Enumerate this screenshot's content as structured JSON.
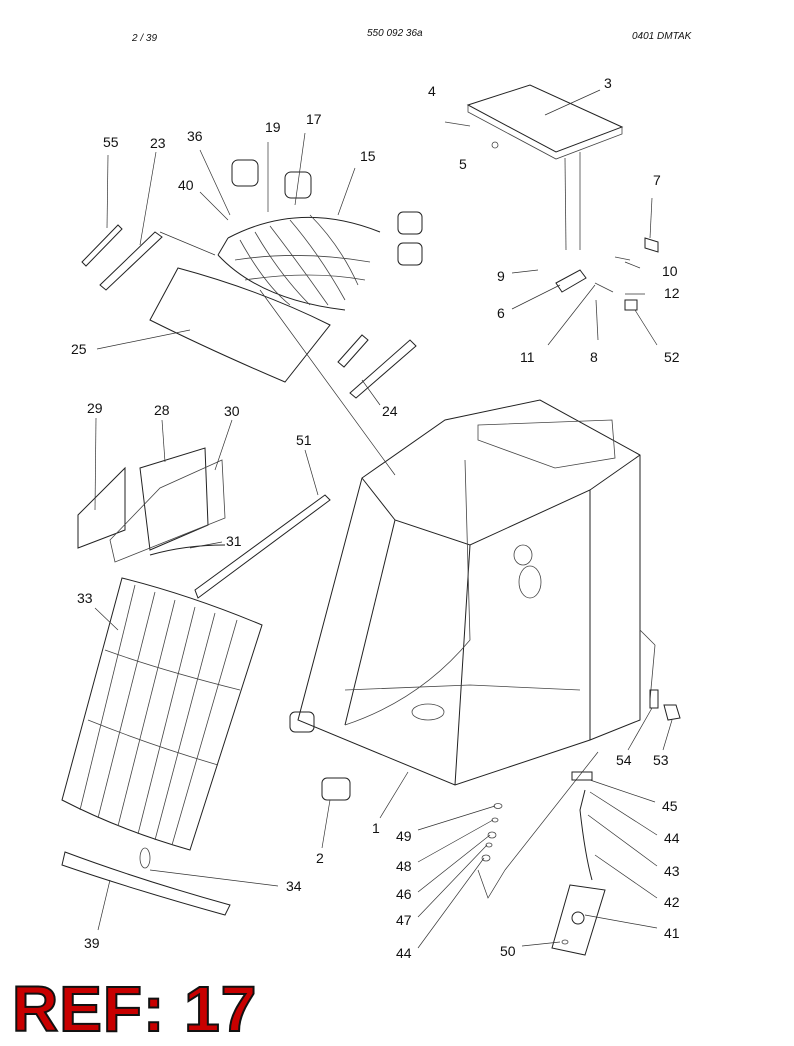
{
  "header": {
    "page": "2 / 39",
    "doc_number": "550 092 36a",
    "code": "0401   DMTAK"
  },
  "ref_label": "REF: 17",
  "callouts": [
    "1",
    "2",
    "3",
    "4",
    "5",
    "6",
    "7",
    "8",
    "9",
    "10",
    "11",
    "12",
    "15",
    "17",
    "19",
    "23",
    "24",
    "25",
    "28",
    "29",
    "30",
    "31",
    "33",
    "34",
    "36",
    "39",
    "40",
    "41",
    "42",
    "43",
    "44",
    "44",
    "45",
    "46",
    "47",
    "48",
    "49",
    "50",
    "51",
    "52",
    "53",
    "54",
    "55"
  ]
}
